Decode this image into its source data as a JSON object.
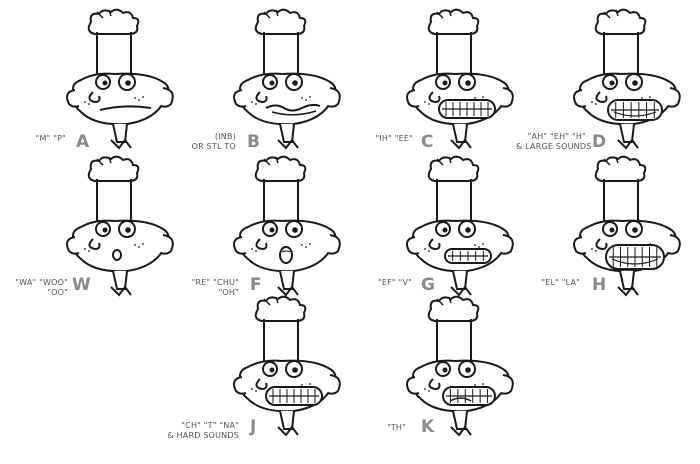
{
  "shapes": [
    {
      "id": "A",
      "letter": "A",
      "caption_lines": [
        "\"M\" \"P\""
      ],
      "mouth": "closed"
    },
    {
      "id": "B",
      "letter": "B",
      "caption_lines": [
        "(INB)",
        "OR STL TO"
      ],
      "mouth": "wavy"
    },
    {
      "id": "C",
      "letter": "C",
      "caption_lines": [
        "\"IH\" \"EE\""
      ],
      "mouth": "teeth-wide"
    },
    {
      "id": "D",
      "letter": "D",
      "caption_lines": [
        "\"AH\" \"EH\" \"H\"",
        "& LARGE SOUNDS"
      ],
      "mouth": "teeth-open"
    },
    {
      "id": "W",
      "letter": "W",
      "caption_lines": [
        "\"WA\" \"WOO\"",
        "\"OO\""
      ],
      "mouth": "small-o"
    },
    {
      "id": "F",
      "letter": "F",
      "caption_lines": [
        "\"RE\" \"CHU\"",
        "\"OH\""
      ],
      "mouth": "medium-o"
    },
    {
      "id": "G",
      "letter": "G",
      "caption_lines": [
        "\"EF\" \"V\""
      ],
      "mouth": "teeth-narrow"
    },
    {
      "id": "H",
      "letter": "H",
      "caption_lines": [
        "\"EL\" \"LA\""
      ],
      "mouth": "teeth-large"
    },
    {
      "id": "J",
      "letter": "J",
      "caption_lines": [
        "\"CH\" \"T\" \"NA\"",
        "& HARD SOUNDS"
      ],
      "mouth": "teeth-wide"
    },
    {
      "id": "K",
      "letter": "K",
      "caption_lines": [
        "\"TH\""
      ],
      "mouth": "teeth-tongue"
    }
  ],
  "colors": {
    "line": "#1a1a1a",
    "letter": "#8a8a8a",
    "caption": "#555555"
  }
}
